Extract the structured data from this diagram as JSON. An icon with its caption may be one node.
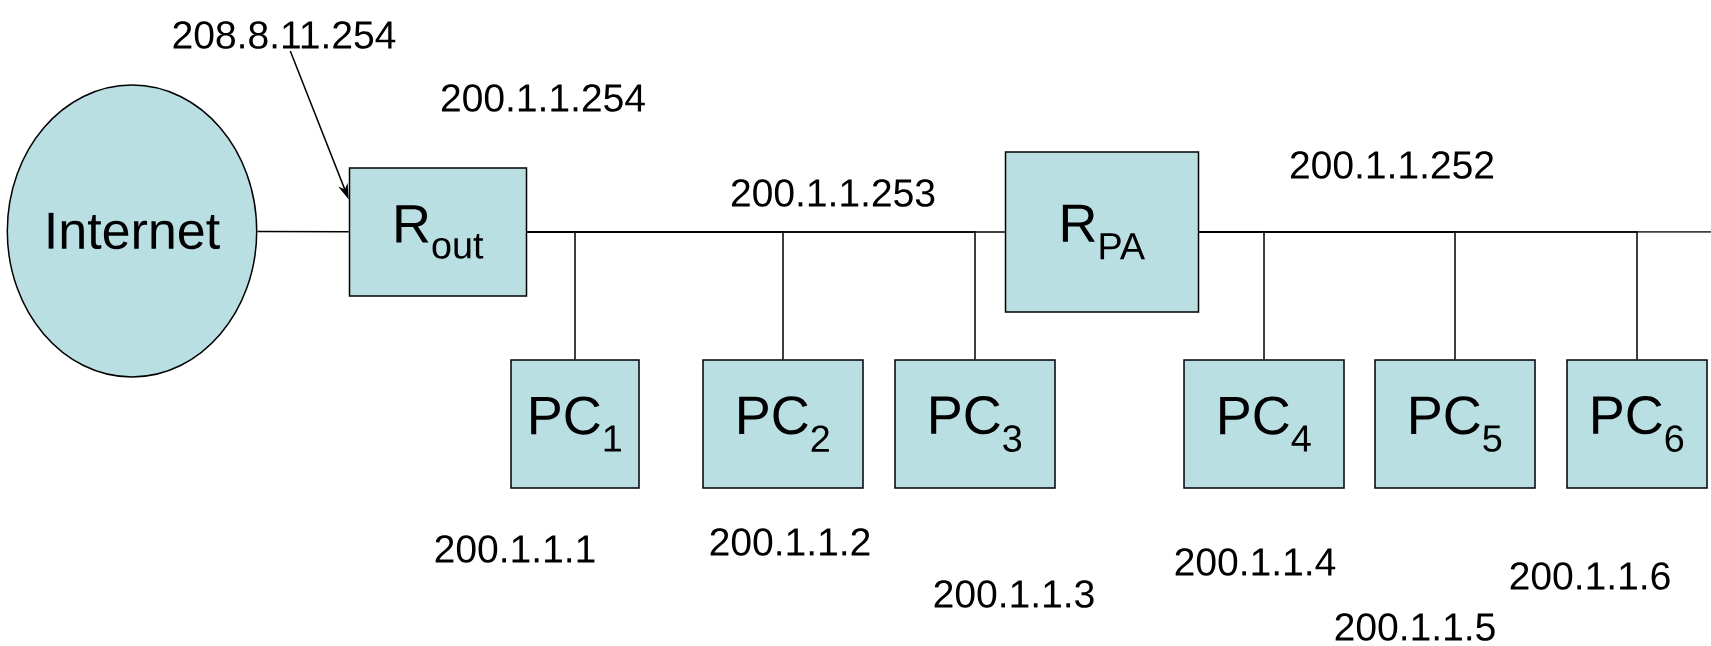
{
  "diagram": {
    "nodes": [
      {
        "text": [
          "Internet"
        ]
      },
      {
        "text": [
          "R$_{out}$"
        ]
      },
      {
        "text": [
          "R$_{PA}$"
        ]
      },
      {
        "text": [
          "PC$_{1}$"
        ]
      },
      {
        "text": [
          "PC$_{2}$"
        ]
      },
      {
        "text": [
          "PC$_{3}$"
        ]
      },
      {
        "text": [
          "PC$_{4}$"
        ]
      },
      {
        "text": [
          "PC$_{5}$"
        ]
      },
      {
        "text": [
          "PC$_{6}$"
        ]
      },
      {
        "text": [
          "208.8.11.254"
        ]
      }
    ],
    "edges": [
      {
        "from": 0,
        "to": 1,
        "arrow": "none"
      },
      {
        "from": 1,
        "to": 2,
        "arrow": "none"
      },
      {
        "from": 1,
        "to": 3,
        "arrow": "none"
      },
      {
        "from": 1,
        "to": 4,
        "arrow": "none"
      },
      {
        "from": 1,
        "to": 5,
        "arrow": "none"
      },
      {
        "from": 2,
        "to": 6,
        "arrow": "none"
      },
      {
        "from": 2,
        "to": 7,
        "arrow": "none"
      },
      {
        "from": 2,
        "to": 8,
        "arrow": "none"
      },
      {
        "from": 2,
        "to": null,
        "arrow": "none"
      },
      {
        "from": 9,
        "to": 1,
        "arrow": "to"
      }
    ],
    "labels": [
      "200.1.1.254",
      "200.1.1.252",
      "200.1.1.253",
      "200.1.1.1",
      "200.1.1.2",
      "200.1.1.4",
      "200.1.1.6",
      "200.1.1.3",
      "200.1.1.5"
    ]
  }
}
